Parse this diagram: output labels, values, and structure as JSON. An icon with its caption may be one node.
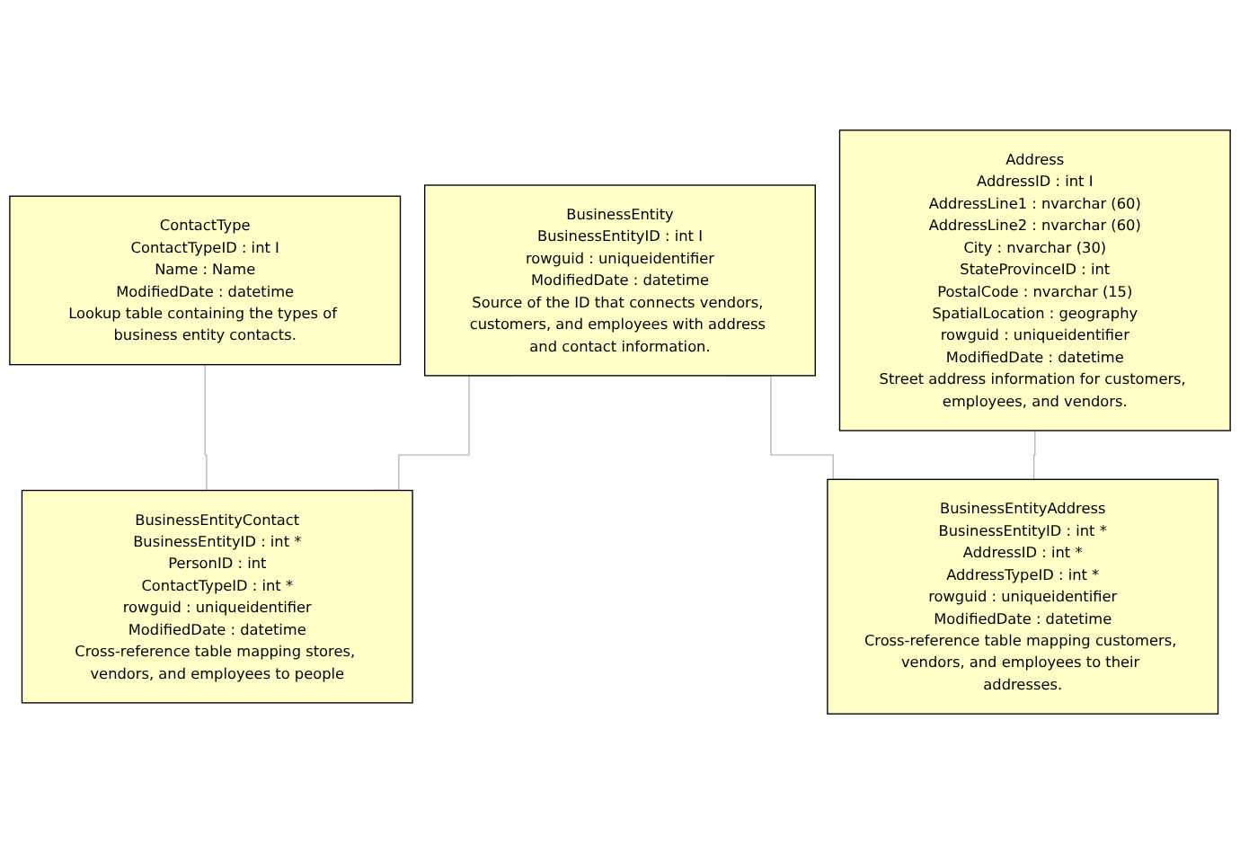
{
  "diagram": {
    "nodes": [
      {
        "text": [
          "ContactType",
          "ContactTypeID : int I",
          "Name : Name",
          "ModifiedDate : datetime",
          "Lookup table containing the types of business entity contacts."
        ]
      },
      {
        "text": [
          "BusinessEntity",
          "BusinessEntityID : int I",
          "rowguid : uniqueidentifier",
          "ModifiedDate : datetime",
          "Source of the ID that connects vendors, customers, and employees with address and contact information."
        ]
      },
      {
        "text": [
          "Address",
          "AddressID : int I",
          "AddressLine1 : nvarchar (60)",
          "AddressLine2 : nvarchar (60)",
          "City : nvarchar (30)",
          "StateProvinceID : int",
          "PostalCode : nvarchar (15)",
          "SpatialLocation : geography",
          "rowguid : uniqueidentifier",
          "ModifiedDate : datetime",
          "Street address information for customers, employees, and vendors."
        ]
      },
      {
        "text": [
          "BusinessEntityContact",
          "BusinessEntityID : int *",
          "PersonID : int",
          "ContactTypeID : int *",
          "rowguid : uniqueidentifier",
          "ModifiedDate : datetime",
          "Cross-reference table mapping stores, vendors, and employees to people"
        ]
      },
      {
        "text": [
          "BusinessEntityAddress",
          "BusinessEntityID : int *",
          "AddressID : int *",
          "AddressTypeID : int *",
          "rowguid : uniqueidentifier",
          "ModifiedDate : datetime",
          "Cross-reference table mapping customers, vendors, and employees to their addresses."
        ]
      }
    ],
    "edges": [
      {
        "from": 0,
        "to": 3,
        "arrow": "none"
      },
      {
        "from": 1,
        "to": 3,
        "arrow": "none"
      },
      {
        "from": 1,
        "to": 4,
        "arrow": "none"
      },
      {
        "from": 2,
        "to": 4,
        "arrow": "none"
      }
    ]
  }
}
